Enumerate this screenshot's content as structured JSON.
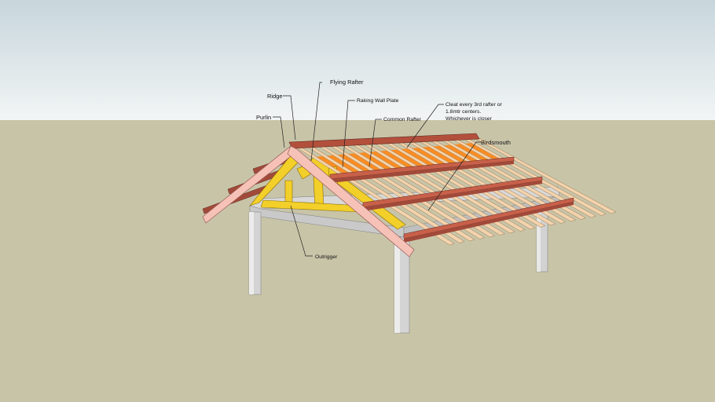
{
  "labels": {
    "ridge": "Ridge",
    "purlin": "Purlin",
    "flying_rafter": "Flying Rafter",
    "raking_wall_plate": "Raking Wall Plate",
    "common_rafter": "Common Rafter",
    "cleat_line1": "Cleat every 3rd rafter or",
    "cleat_line2": "1.8mtr centers.",
    "cleat_line3": "Whichever is closer",
    "birdsmouth": "Birdsmouth",
    "outrigger": "Outrigger"
  },
  "colors": {
    "sky_top": "#c7d6dc",
    "sky_bottom": "#f2f5f5",
    "ground": "#c8c4a8",
    "post": "#cfcfcf",
    "beam": "#d6d6d6",
    "rafter": "#f2d3ad",
    "purlin": "#a24a3a",
    "purlin_top": "#c8604a",
    "raking_rafter": "#f6c2b8",
    "truss": "#f3cf2a",
    "roof_underlay": "#ff8a1a"
  }
}
